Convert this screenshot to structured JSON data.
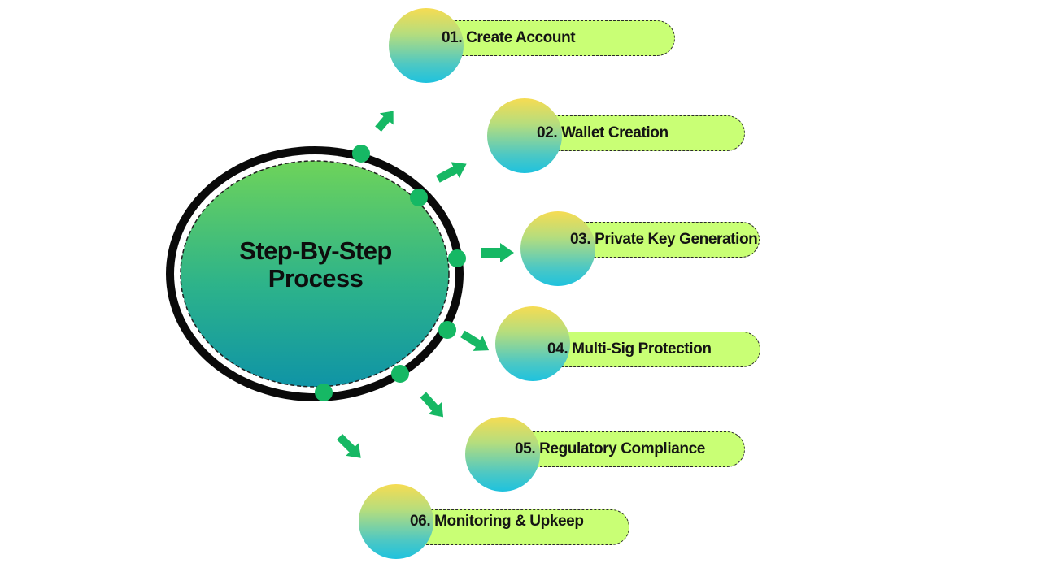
{
  "center": {
    "title_line1": "Step-By-Step",
    "title_line2": "Process"
  },
  "steps": [
    {
      "label": "01. Create Account"
    },
    {
      "label": "02. Wallet Creation"
    },
    {
      "label": "03. Private Key Generation"
    },
    {
      "label": "04. Multi-Sig Protection"
    },
    {
      "label": "05. Regulatory Compliance"
    },
    {
      "label": "06. Monitoring & Upkeep"
    }
  ],
  "colors": {
    "pill": "#c9ff75",
    "arrow": "#16b864",
    "connector_dot": "#16b864",
    "ring": "#0a0a0a",
    "center_top": "#6ed35a",
    "center_bottom": "#0f94a6"
  }
}
